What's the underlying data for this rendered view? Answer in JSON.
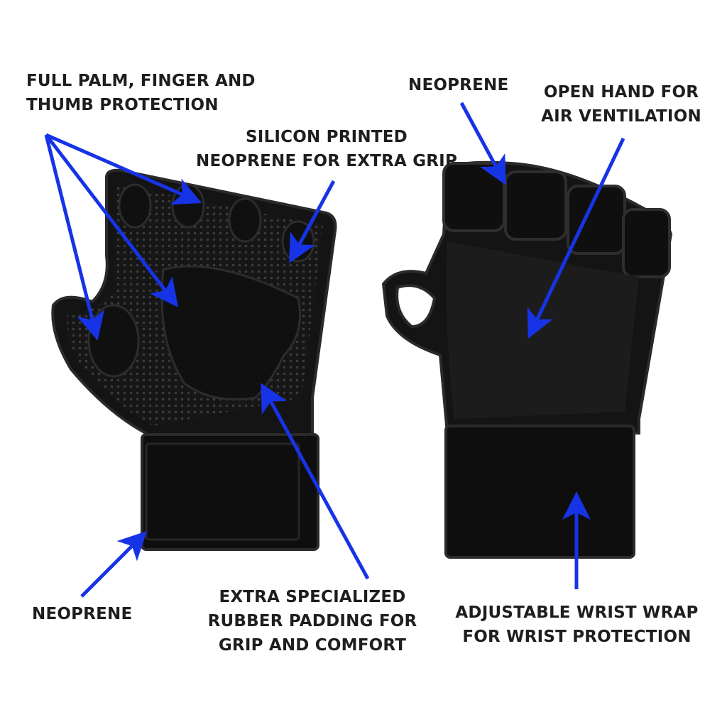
{
  "colors": {
    "arrow": "#1733e6",
    "glove": "#111111",
    "glove_edge": "#2a2a2a",
    "text": "#1e1e1e"
  },
  "labels": {
    "full_palm": "FULL PALM, FINGER AND\nTHUMB PROTECTION",
    "silicon": "SILICON PRINTED\nNEOPRENE FOR EXTRA GRIP",
    "neoprene_top": "NEOPRENE",
    "open_hand": "OPEN HAND FOR\nAIR VENTILATION",
    "neoprene_bottom": "NEOPRENE",
    "rubber_padding": "EXTRA SPECIALIZED\nRUBBER PADDING FOR\nGRIP AND COMFORT",
    "wrist_wrap": "ADJUSTABLE WRIST WRAP\nFOR WRIST PROTECTION"
  }
}
